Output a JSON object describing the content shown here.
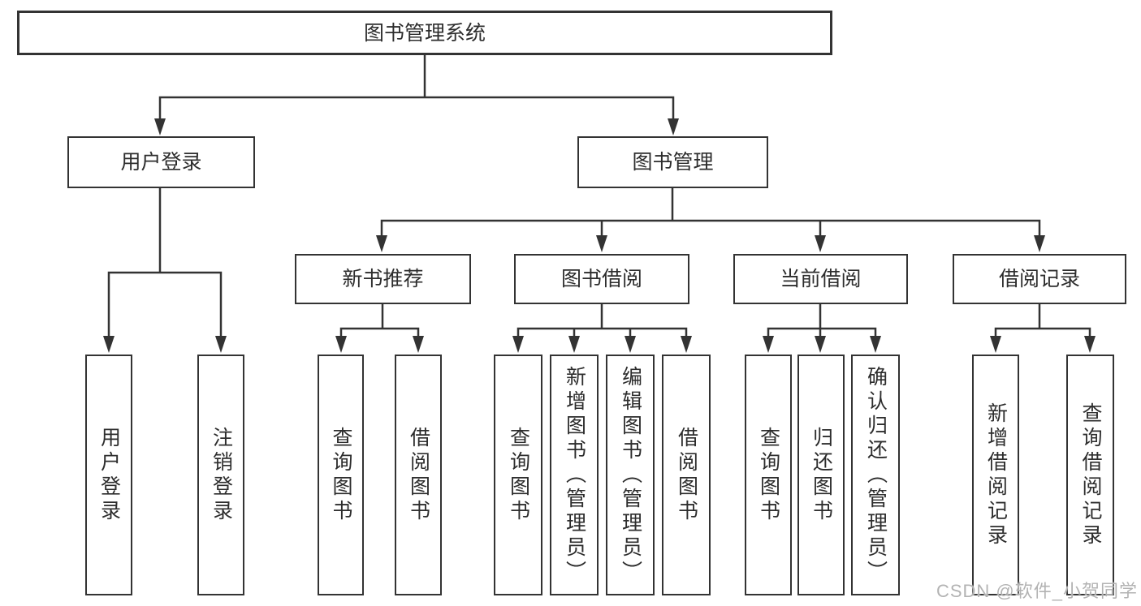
{
  "diagram": {
    "root": {
      "label": "图书管理系统"
    },
    "branches": [
      {
        "label": "用户登录",
        "children": [
          {
            "label": "用户登录"
          },
          {
            "label": "注销登录"
          }
        ]
      },
      {
        "label": "图书管理",
        "children": [
          {
            "label": "新书推荐",
            "children": [
              {
                "label": "查询图书"
              },
              {
                "label": "借阅图书"
              }
            ]
          },
          {
            "label": "图书借阅",
            "children": [
              {
                "label": "查询图书"
              },
              {
                "label": "新增图书（管理员）"
              },
              {
                "label": "编辑图书（管理员）"
              },
              {
                "label": "借阅图书"
              }
            ]
          },
          {
            "label": "当前借阅",
            "children": [
              {
                "label": "查询图书"
              },
              {
                "label": "归还图书"
              },
              {
                "label": "确认归还（管理员）"
              }
            ]
          },
          {
            "label": "借阅记录",
            "children": [
              {
                "label": "新增借阅记录"
              },
              {
                "label": "查询借阅记录"
              }
            ]
          }
        ]
      }
    ]
  },
  "watermark": {
    "text": "CSDN @软件_小贺同学"
  },
  "colors": {
    "line": "#333333",
    "border": "#333333",
    "text": "#2d2d2d",
    "background": "#ffffff",
    "watermark": "#b3b3b3"
  }
}
